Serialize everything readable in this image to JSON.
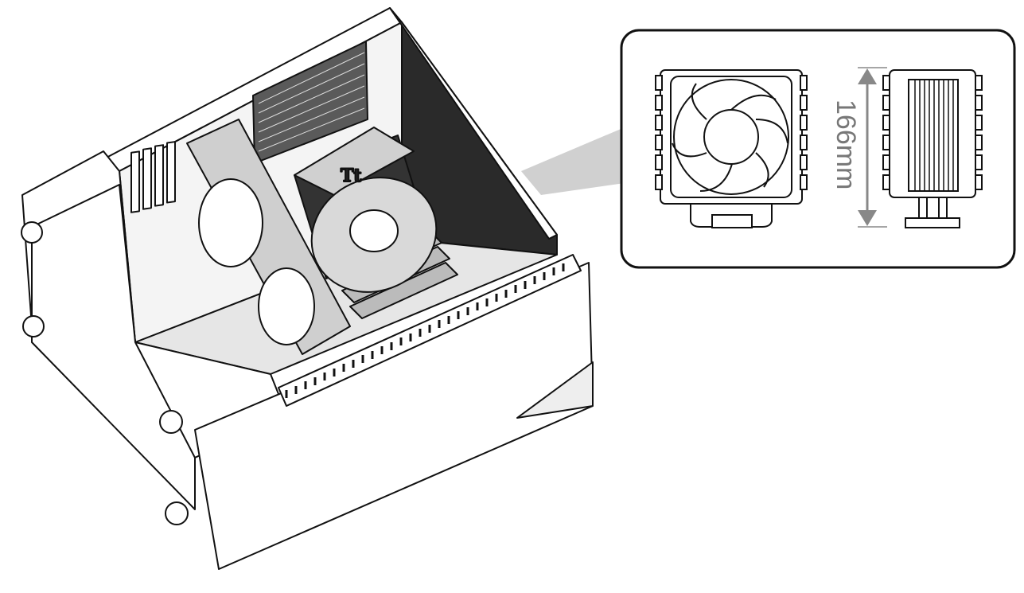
{
  "figure": {
    "case_illustration": "pc-case-with-cpu-cooler",
    "cooler_logo": "Tt",
    "clearance_label": "166mm",
    "colors": {
      "line": "#111111",
      "fill_light": "#ffffff",
      "fill_mid": "#d9d9d9",
      "fill_dark": "#2a2a2a",
      "arrow": "#888888",
      "callout_beam": "#c8c8c8"
    }
  }
}
